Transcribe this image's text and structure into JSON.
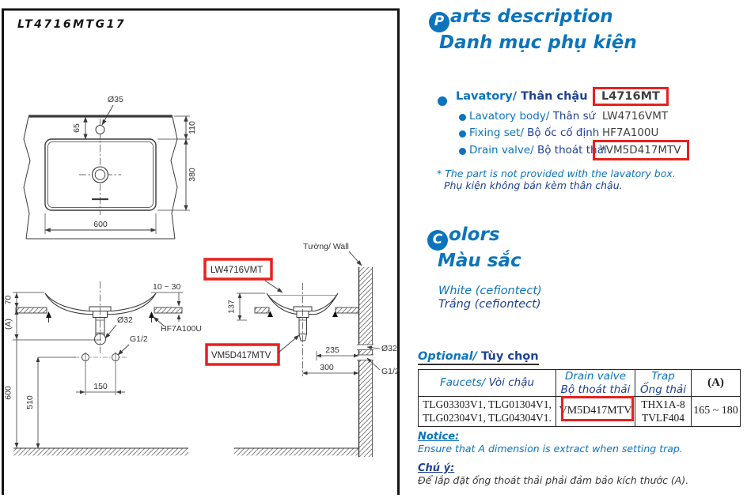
{
  "title": "LT4716MTG17",
  "theme": {
    "blue": "#0b74bd",
    "navy": "#1e4094",
    "red": "#e8211d",
    "ink": "#3f3f3f"
  },
  "drawing": {
    "top_view": {
      "dia_faucet_hole": "Ø35",
      "offset_65": "65",
      "depth_110": "110",
      "depth_380": "380",
      "width_600": "600"
    },
    "front_view": {
      "rim_height_70": "70",
      "dim_a": "(A)",
      "counter_thickness": "10 ~ 30",
      "fixing_set_code": "HF7A100U",
      "dia_drain": "Ø32",
      "supply_thread": "G1/2",
      "supply_spacing_150": "150",
      "counter_height_600": "600",
      "supply_height_510": "510"
    },
    "side_view": {
      "wall_label": "Tường/ Wall",
      "body_code": "LW4716VMT",
      "drain_code": "VM5D417MTV",
      "rim_height_137": "137",
      "drain_to_wall_235": "235",
      "edge_to_wall_300": "300",
      "dia_drain": "Ø32",
      "supply_thread": "G1/2"
    }
  },
  "parts": {
    "badge_letter": "P",
    "title_en": "arts description",
    "title_vi": "Danh mục phụ kiện",
    "main": {
      "label_en": "Lavatory/",
      "label_vi": "Thân chậu",
      "code": "L4716MT"
    },
    "items": [
      {
        "label_en": "Lavatory body/",
        "label_vi": "Thân sứ",
        "code": "LW4716VMT"
      },
      {
        "label_en": "Fixing set/",
        "label_vi": "Bộ ốc cố định",
        "code": "HF7A100U"
      },
      {
        "label_en": "Drain valve/",
        "label_vi": "Bộ thoát thải",
        "code": "*VM5D417MTV"
      }
    ],
    "footnote_en": "* The part is not provided with the lavatory box.",
    "footnote_vi": "Phụ kiện không bán kèm thân chậu."
  },
  "colors_section": {
    "badge_letter": "C",
    "title_en": "olors",
    "title_vi": "Màu sắc",
    "value_en": "White (cefiontect)",
    "value_vi": "Trắng (cefiontect)"
  },
  "optional": {
    "heading_en": "Optional/",
    "heading_vi": "Tùy chọn",
    "headers": {
      "faucets_en": "Faucets/",
      "faucets_vi": "Vòi chậu",
      "drain_en": "Drain valve",
      "drain_vi": "Bộ thoát thải",
      "trap_en": "Trap",
      "trap_vi": "Ống thải",
      "a": "(A)"
    },
    "row": {
      "faucets_line1": "TLG03303V1, TLG01304V1,",
      "faucets_line2": "TLG02304V1, TLG04304V1.",
      "drain_valve": "VM5D417MTV",
      "trap_line1": "THX1A-8",
      "trap_line2": "TVLF404",
      "a_value": "165 ~ 180"
    }
  },
  "notice": {
    "heading_en": "Notice:",
    "body_en": "Ensure that A dimension is extract when setting trap.",
    "heading_vi": "Chú ý:",
    "body_vi": "Để lắp đặt ống thoát thải phải đảm bảo kích thước (A)."
  }
}
